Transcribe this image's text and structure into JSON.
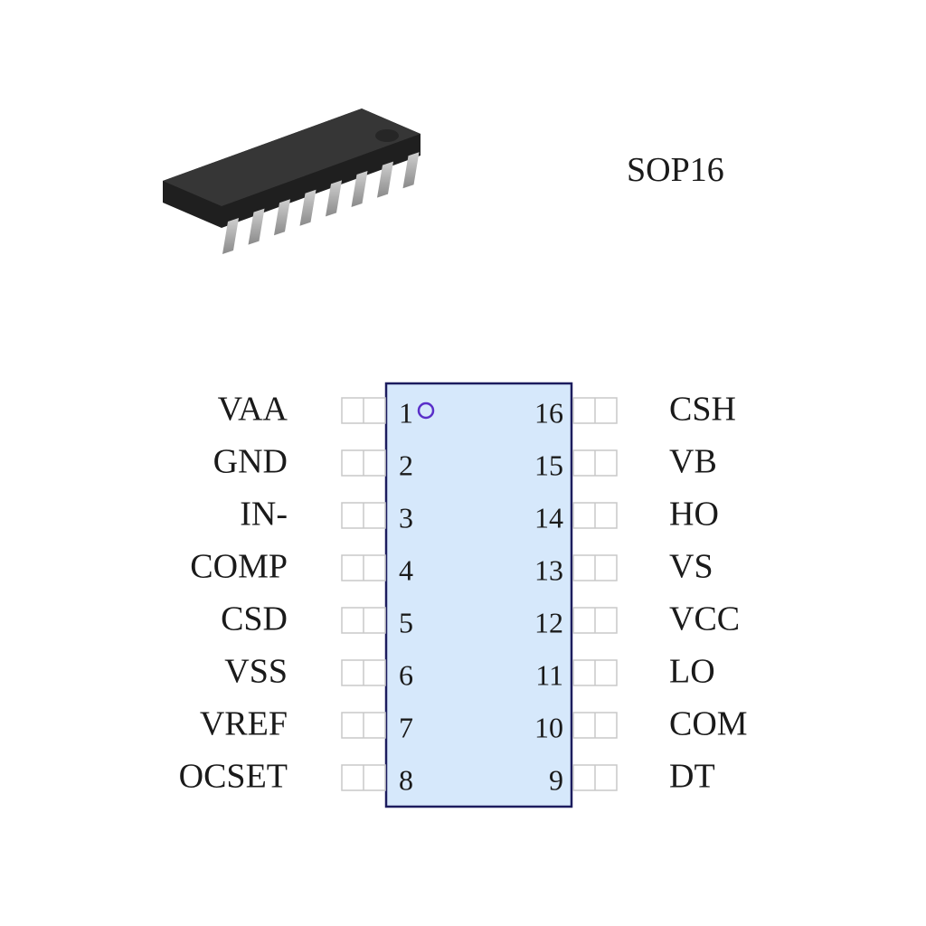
{
  "package_name": "SOP16",
  "colors": {
    "body_fill": "#d6e8fb",
    "body_stroke": "#1c1c5e",
    "pin1_marker": "#5a2fc9",
    "pin_stub": "#c8c8c8",
    "chip_body": "#2e2e2e",
    "chip_lead": "#a8a8a8"
  },
  "icons": {
    "chip_photo": "sop16-chip-icon",
    "pin1_marker": "pin1-dot-icon"
  },
  "pins_left": [
    {
      "number": "1",
      "name": "VAA"
    },
    {
      "number": "2",
      "name": "GND"
    },
    {
      "number": "3",
      "name": "IN-"
    },
    {
      "number": "4",
      "name": "COMP"
    },
    {
      "number": "5",
      "name": "CSD"
    },
    {
      "number": "6",
      "name": "VSS"
    },
    {
      "number": "7",
      "name": "VREF"
    },
    {
      "number": "8",
      "name": "OCSET"
    }
  ],
  "pins_right": [
    {
      "number": "16",
      "name": "CSH"
    },
    {
      "number": "15",
      "name": "VB"
    },
    {
      "number": "14",
      "name": "HO"
    },
    {
      "number": "13",
      "name": "VS"
    },
    {
      "number": "12",
      "name": "VCC"
    },
    {
      "number": "11",
      "name": "LO"
    },
    {
      "number": "10",
      "name": "COM"
    },
    {
      "number": "9",
      "name": "DT"
    }
  ]
}
